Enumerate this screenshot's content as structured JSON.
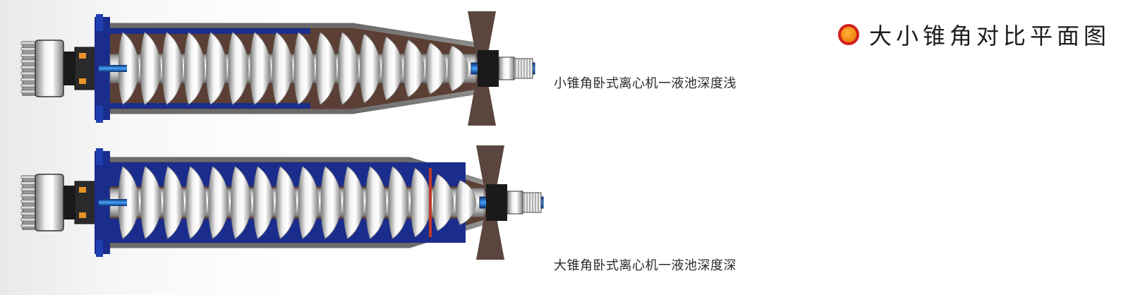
{
  "title": {
    "bullet_icon": "orange-circle-bullet-icon",
    "text": "大小锥角对比平面图"
  },
  "figures": [
    {
      "id": "small-cone",
      "caption": "小锥角卧式离心机一液池深度浅",
      "pool_depth": "shallow"
    },
    {
      "id": "large-cone",
      "caption": "大锥角卧式离心机一液池深度深",
      "pool_depth": "deep"
    }
  ],
  "colors": {
    "bowl_shell": "#8a8a8a",
    "sludge": "#5b3f35",
    "liquid_pool": "#1b2d8c",
    "screw_steel": "#d9d9d9",
    "bearing_housing": "#5a463e",
    "shaft_blue": "#1e6fd9",
    "title_bullet_ring": "#d21f1f",
    "title_bullet_fill": "#f08c12"
  }
}
